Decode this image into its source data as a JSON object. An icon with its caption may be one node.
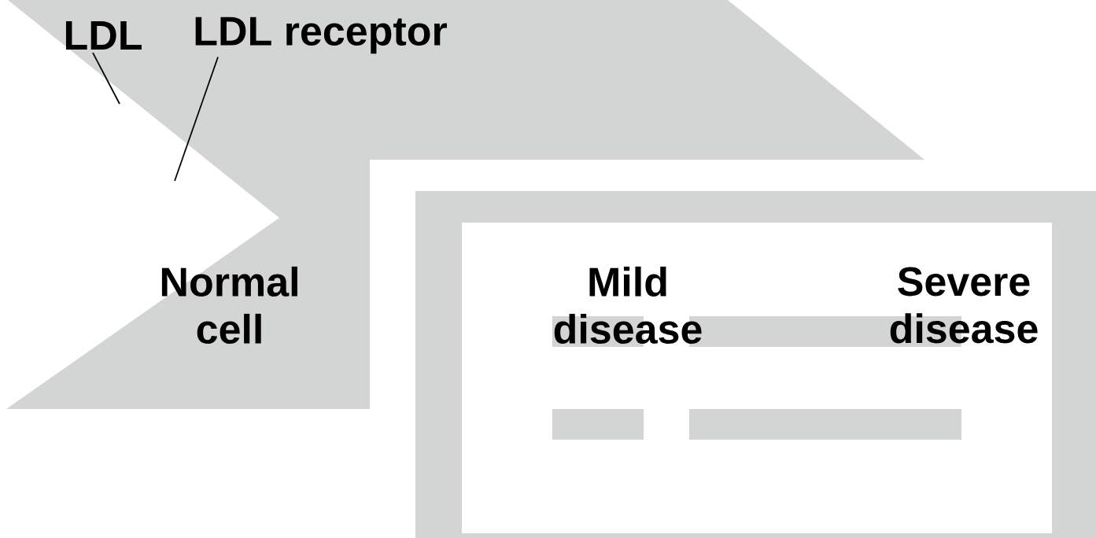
{
  "diagram": {
    "nodes": [
      {
        "text": [
          "Normal cell"
        ]
      },
      {
        "text": [
          "LDL"
        ],
        "in": 0
      },
      {
        "text": [
          "LDL receptor"
        ],
        "in": 0
      },
      {
        "text": [
          "Mild disease",
          "Severe disease"
        ]
      },
      {
        "text": [],
        "shape": "bar",
        "in": 3
      },
      {
        "text": [],
        "shape": "bar",
        "in": 3
      },
      {
        "text": [],
        "shape": "bar",
        "in": 3
      },
      {
        "text": [],
        "shape": "bar",
        "in": 3
      }
    ],
    "edges": [
      {
        "from": 1,
        "to": 0,
        "arrow": "none"
      },
      {
        "from": 2,
        "to": null,
        "arrow": "none"
      }
    ]
  }
}
